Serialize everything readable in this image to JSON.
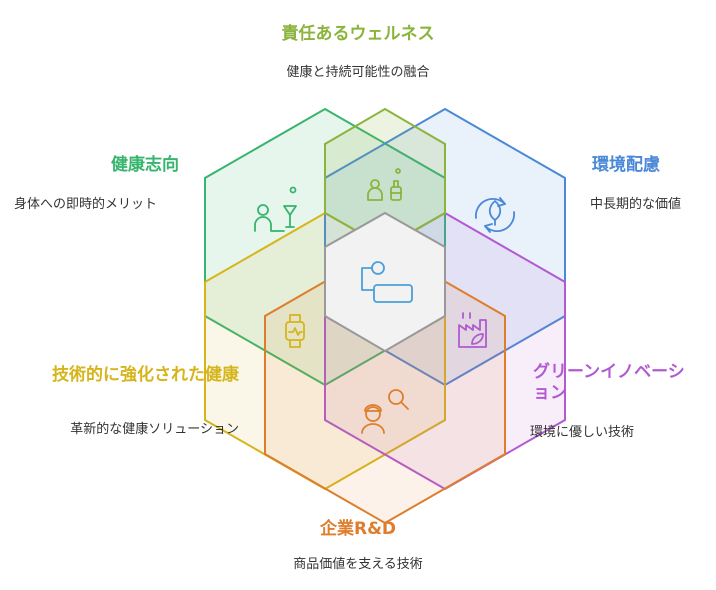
{
  "sections": {
    "responsible_wellness": {
      "title": "責任あるウェルネス",
      "description": "健康と持続可能性の融合",
      "color": "#8bb43c"
    },
    "health_oriented": {
      "title": "健康志向",
      "description": "身体への即時的メリット",
      "color": "#37b46e"
    },
    "environmental": {
      "title": "環境配慮",
      "description": "中長期的な価値",
      "color": "#4a88d8"
    },
    "tech_enhanced_health": {
      "title": "技術的に強化された健康",
      "description": "革新的な健康ソリューション",
      "color": "#d6b51c"
    },
    "green_innovation": {
      "title": "グリーンイノベーション",
      "description": "環境に優しい技術",
      "color": "#b15ad1"
    },
    "corporate_rd": {
      "title": "企業R&D",
      "description": "商品価値を支える技術",
      "color": "#de7e2c"
    }
  },
  "icons": {
    "health": "person-cocktail-icon",
    "wellness": "person-bottle-icon",
    "environment": "leaf-cycle-icon",
    "tech": "smartwatch-icon",
    "center": "connected-device-icon",
    "green": "eco-factory-icon",
    "rd": "researcher-magnifier-icon"
  }
}
